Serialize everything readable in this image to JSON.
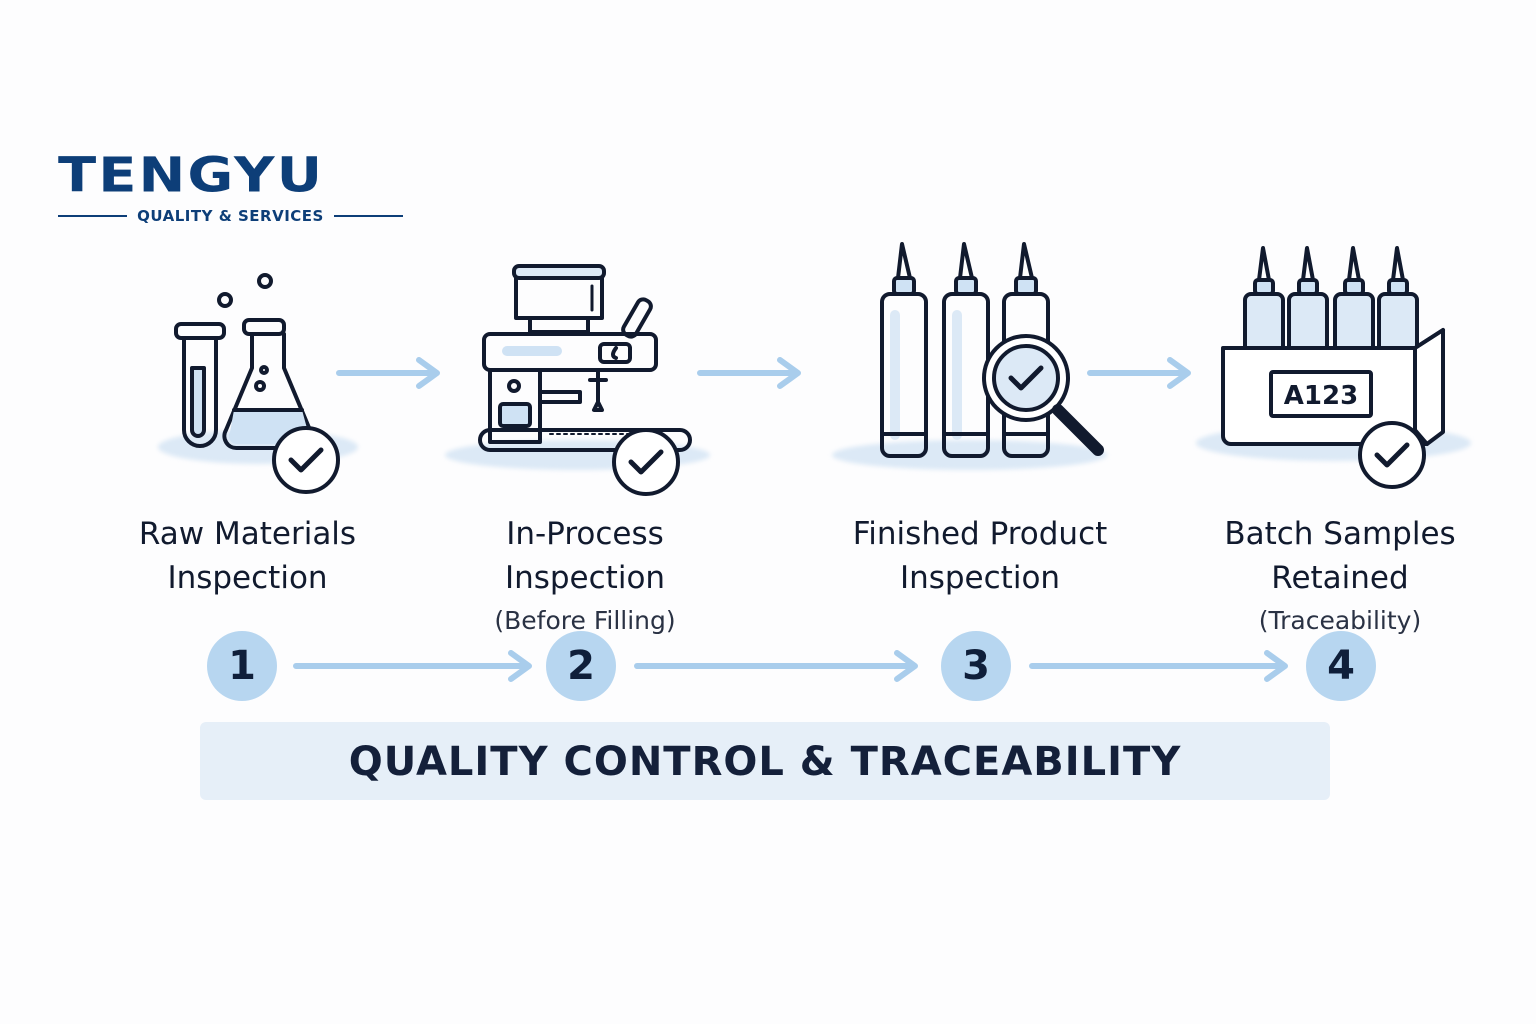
{
  "logo": {
    "name": "TENGYU",
    "tagline": "QUALITY & SERVICES"
  },
  "stages": [
    {
      "step": "1",
      "title_line1": "Raw Materials",
      "title_line2": "Inspection",
      "subtitle": ""
    },
    {
      "step": "2",
      "title_line1": "In-Process",
      "title_line2": "Inspection",
      "subtitle": "(Before Filling)"
    },
    {
      "step": "3",
      "title_line1": "Finished Product",
      "title_line2": "Inspection",
      "subtitle": ""
    },
    {
      "step": "4",
      "title_line1": "Batch Samples",
      "title_line2": "Retained",
      "subtitle": "(Traceability)"
    }
  ],
  "batch_label": "A123",
  "banner": "QUALITY CONTROL & TRACEABILITY",
  "colors": {
    "brand": "#0d3e78",
    "ink": "#111a2e",
    "accent_light": "#b7d6f0",
    "arrow": "#a9cdec",
    "fill_light": "#dce9f6"
  },
  "icons": [
    "test-tube-and-flask-icon",
    "filling-machine-icon",
    "cartridges-with-magnifier-icon",
    "sample-box-icon",
    "checkmark-icon",
    "arrow-right-icon"
  ]
}
